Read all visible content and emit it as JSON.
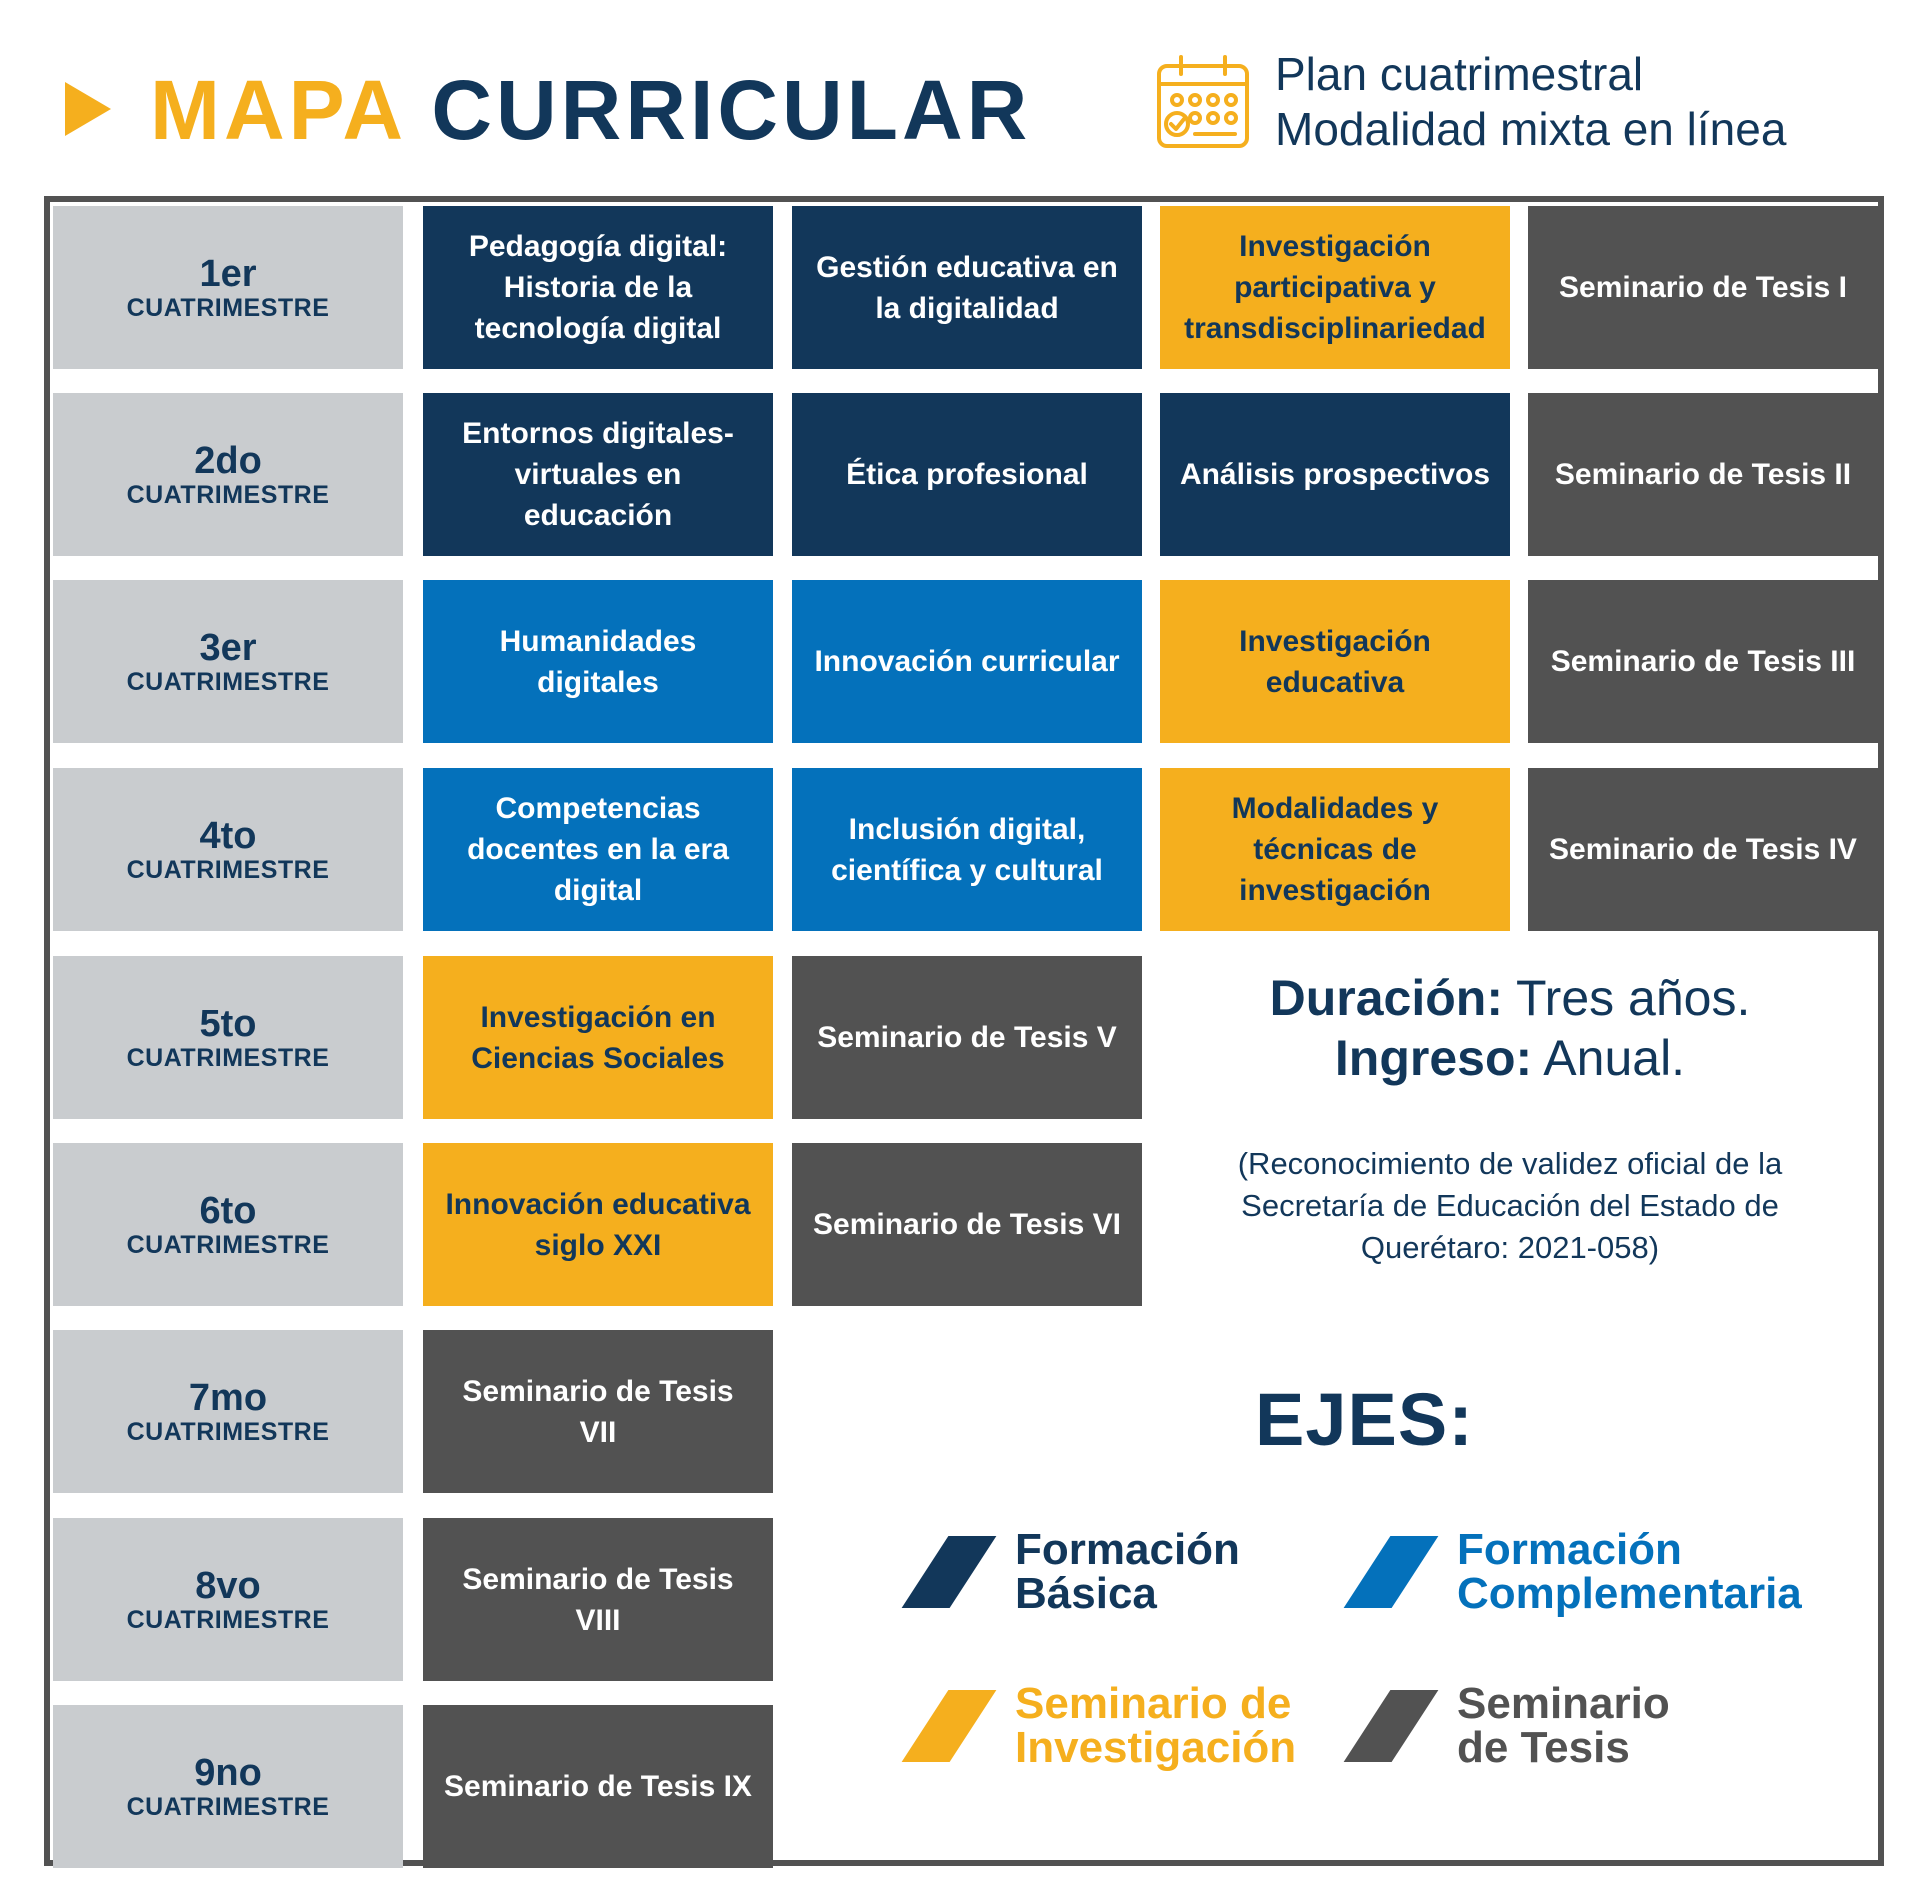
{
  "header": {
    "title_part1": "MAPA",
    "title_part2": "CURRICULAR",
    "plan_line1": "Plan cuatrimestral",
    "plan_line2": "Modalidad mixta en línea",
    "icon": "calendar-icon"
  },
  "colors": {
    "formacion_basica": "#12375A",
    "formacion_complementaria": "#0471BB",
    "seminario_investigacion": "#F5AF1E",
    "seminario_tesis": "#525252",
    "label_bg": "#C9CCCF"
  },
  "rows": [
    {
      "num": "1er",
      "label": "CUATRIMESTRE",
      "courses": [
        {
          "text": "Pedagogía digital: Historia de la tecnología digital",
          "eje": "formacion_basica"
        },
        {
          "text": "Gestión educativa en la digitalidad",
          "eje": "formacion_basica"
        },
        {
          "text": "Investigación participativa y transdisciplinariedad",
          "eje": "seminario_investigacion"
        },
        {
          "text": "Seminario de Tesis I",
          "eje": "seminario_tesis"
        }
      ]
    },
    {
      "num": "2do",
      "label": "CUATRIMESTRE",
      "courses": [
        {
          "text": "Entornos digitales-virtuales en educación",
          "eje": "formacion_basica"
        },
        {
          "text": "Ética profesional",
          "eje": "formacion_basica"
        },
        {
          "text": "Análisis prospectivos",
          "eje": "formacion_basica"
        },
        {
          "text": "Seminario de Tesis II",
          "eje": "seminario_tesis"
        }
      ]
    },
    {
      "num": "3er",
      "label": "CUATRIMESTRE",
      "courses": [
        {
          "text": "Humanidades digitales",
          "eje": "formacion_complementaria"
        },
        {
          "text": "Innovación curricular",
          "eje": "formacion_complementaria"
        },
        {
          "text": "Investigación educativa",
          "eje": "seminario_investigacion"
        },
        {
          "text": "Seminario de Tesis III",
          "eje": "seminario_tesis"
        }
      ]
    },
    {
      "num": "4to",
      "label": "CUATRIMESTRE",
      "courses": [
        {
          "text": "Competencias docentes en la era digital",
          "eje": "formacion_complementaria"
        },
        {
          "text": "Inclusión digital, científica y cultural",
          "eje": "formacion_complementaria"
        },
        {
          "text": "Modalidades y técnicas de investigación",
          "eje": "seminario_investigacion"
        },
        {
          "text": "Seminario de Tesis IV",
          "eje": "seminario_tesis"
        }
      ]
    },
    {
      "num": "5to",
      "label": "CUATRIMESTRE",
      "courses": [
        {
          "text": "Investigación en Ciencias Sociales",
          "eje": "seminario_investigacion"
        },
        {
          "text": "Seminario de Tesis V",
          "eje": "seminario_tesis"
        }
      ]
    },
    {
      "num": "6to",
      "label": "CUATRIMESTRE",
      "courses": [
        {
          "text": "Innovación educativa siglo XXI",
          "eje": "seminario_investigacion"
        },
        {
          "text": "Seminario de Tesis VI",
          "eje": "seminario_tesis"
        }
      ]
    },
    {
      "num": "7mo",
      "label": "CUATRIMESTRE",
      "courses": [
        {
          "text": "Seminario de Tesis VII",
          "eje": "seminario_tesis"
        }
      ]
    },
    {
      "num": "8vo",
      "label": "CUATRIMESTRE",
      "courses": [
        {
          "text": "Seminario de Tesis VIII",
          "eje": "seminario_tesis"
        }
      ]
    },
    {
      "num": "9no",
      "label": "CUATRIMESTRE",
      "courses": [
        {
          "text": "Seminario de Tesis IX",
          "eje": "seminario_tesis"
        }
      ]
    }
  ],
  "info": {
    "duracion_label": "Duración:",
    "duracion_value": "Tres años.",
    "ingreso_label": "Ingreso:",
    "ingreso_value": "Anual.",
    "note": "(Reconocimiento de validez oficial de la Secretaría de Educación del Estado de Querétaro: 2021-058)"
  },
  "ejes": {
    "title": "EJES:",
    "items": [
      {
        "label": "Formación\nBásica",
        "eje": "formacion_basica"
      },
      {
        "label": "Formación\nComplementaria",
        "eje": "formacion_complementaria"
      },
      {
        "label": "Seminario de\nInvestigación",
        "eje": "seminario_investigacion"
      },
      {
        "label": "Seminario\nde Tesis",
        "eje": "seminario_tesis"
      }
    ]
  }
}
